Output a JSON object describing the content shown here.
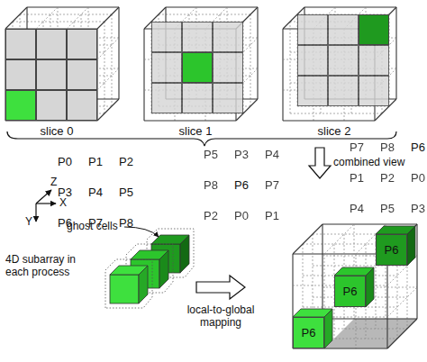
{
  "diagram": {
    "nodes": [
      {
        "text": [
          "slice 0"
        ]
      },
      {
        "text": [
          "P0"
        ],
        "in": 0
      },
      {
        "text": [
          "P1"
        ],
        "in": 0
      },
      {
        "text": [
          "P2"
        ],
        "in": 0
      },
      {
        "text": [
          "P3"
        ],
        "in": 0
      },
      {
        "text": [
          "P4"
        ],
        "in": 0
      },
      {
        "text": [
          "P5"
        ],
        "in": 0
      },
      {
        "text": [
          "P6"
        ],
        "in": 0
      },
      {
        "text": [
          "P7"
        ],
        "in": 0
      },
      {
        "text": [
          "P8"
        ],
        "in": 0
      },
      {
        "text": [
          "slice 1"
        ]
      },
      {
        "text": [
          "P5"
        ],
        "in": 10
      },
      {
        "text": [
          "P3"
        ],
        "in": 10
      },
      {
        "text": [
          "P4"
        ],
        "in": 10
      },
      {
        "text": [
          "P8"
        ],
        "in": 10
      },
      {
        "text": [
          "P6"
        ],
        "in": 10
      },
      {
        "text": [
          "P7"
        ],
        "in": 10
      },
      {
        "text": [
          "P2"
        ],
        "in": 10
      },
      {
        "text": [
          "P0"
        ],
        "in": 10
      },
      {
        "text": [
          "P1"
        ],
        "in": 10
      },
      {
        "text": [
          "slice 2"
        ]
      },
      {
        "text": [
          "P7"
        ],
        "in": 20
      },
      {
        "text": [
          "P8"
        ],
        "in": 20
      },
      {
        "text": [
          "P6"
        ],
        "in": 20
      },
      {
        "text": [
          "P1"
        ],
        "in": 20
      },
      {
        "text": [
          "P2"
        ],
        "in": 20
      },
      {
        "text": [
          "P0"
        ],
        "in": 20
      },
      {
        "text": [
          "P4"
        ],
        "in": 20
      },
      {
        "text": [
          "P5"
        ],
        "in": 20
      },
      {
        "text": [
          "P3"
        ],
        "in": 20
      },
      {
        "text": [
          "P6"
        ]
      },
      {
        "text": [
          "P6"
        ]
      },
      {
        "text": [
          "P6"
        ]
      }
    ],
    "labels": [
      "combined view",
      "Z",
      "X",
      "Y",
      "ghost cells",
      "4D subarray in each process",
      "local-to-global mapping"
    ]
  }
}
